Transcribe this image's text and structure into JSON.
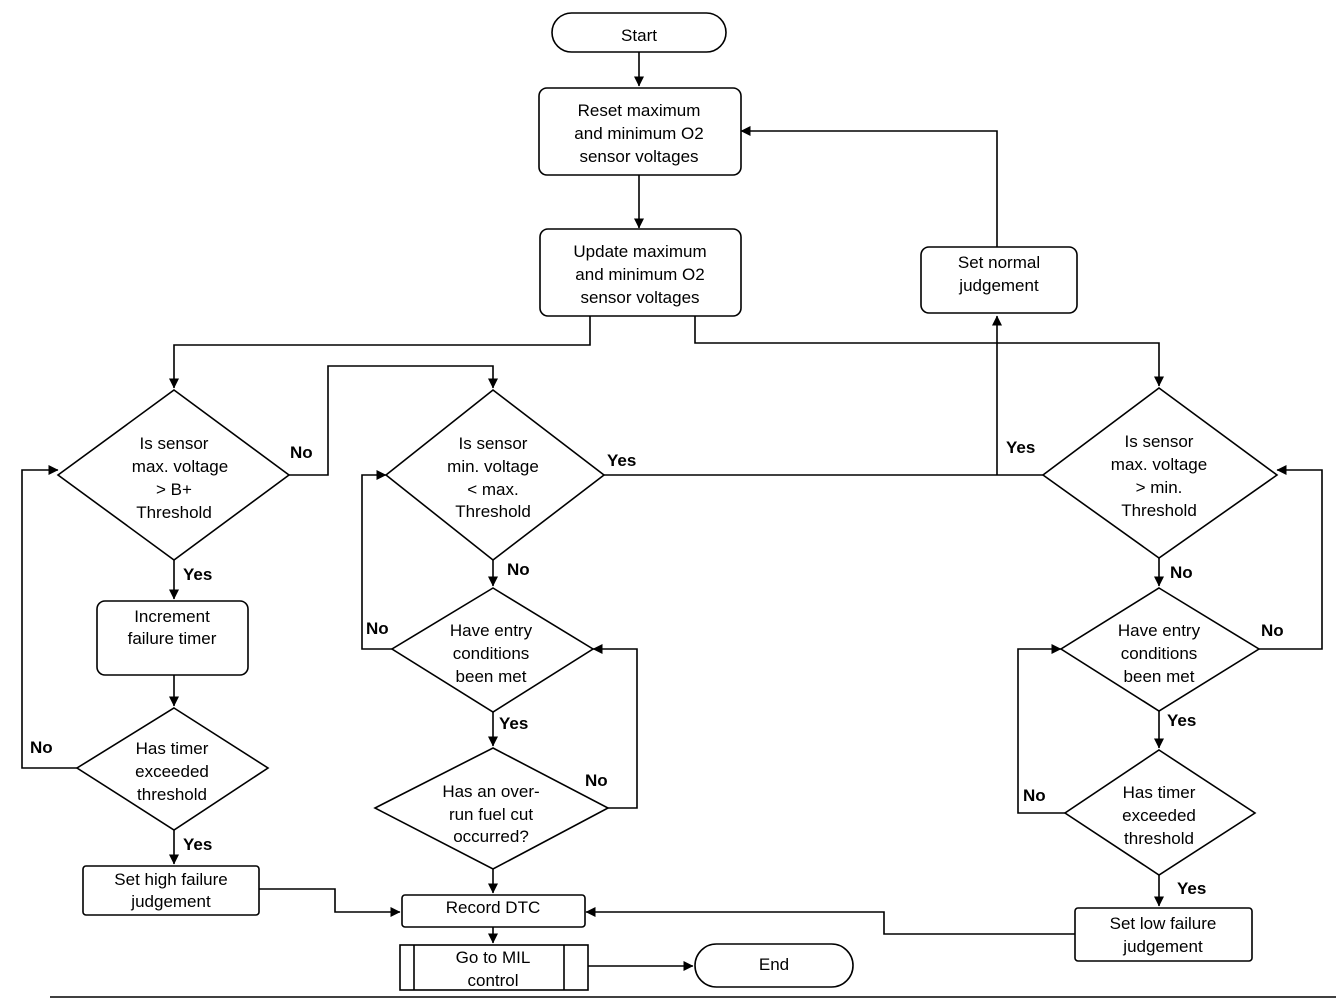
{
  "nodes": {
    "start": "Start",
    "reset": [
      "Reset maximum",
      "and minimum O2",
      "sensor voltages"
    ],
    "update": [
      "Update maximum",
      "and minimum O2",
      "sensor voltages"
    ],
    "set_normal": [
      "Set normal",
      "judgement"
    ],
    "dec_bplus": [
      "Is sensor",
      "max. voltage",
      "> B+",
      "Threshold"
    ],
    "dec_min_lt": [
      "Is sensor",
      "min. voltage",
      "< max.",
      "Threshold"
    ],
    "dec_max_gt": [
      "Is sensor",
      "max. voltage",
      "> min.",
      "Threshold"
    ],
    "increment": [
      "Increment",
      "failure timer"
    ],
    "entry_mid": [
      "Have entry",
      "conditions",
      "been met"
    ],
    "entry_right": [
      "Have entry",
      "conditions",
      "been met"
    ],
    "timer_left": [
      "Has timer",
      "exceeded",
      "threshold"
    ],
    "overrun": [
      "Has an over-",
      "run fuel cut",
      "occurred?"
    ],
    "timer_right": [
      "Has timer",
      "exceeded",
      "threshold"
    ],
    "set_high": [
      "Set high failure",
      "judgement"
    ],
    "record_dtc": "Record DTC",
    "mil": [
      "Go to MIL",
      "control"
    ],
    "end": "End",
    "set_low": [
      "Set low failure",
      "judgement"
    ]
  },
  "edge_labels": {
    "bplus_no": "No",
    "bplus_yes": "Yes",
    "min_yes": "Yes",
    "min_no": "No",
    "entry_mid_no": "No",
    "entry_mid_yes": "Yes",
    "overrun_no": "No",
    "timer_left_no": "No",
    "timer_left_yes": "Yes",
    "normal_yes": "Yes",
    "max_gt_no": "No",
    "entry_right_no": "No",
    "entry_right_yes": "Yes",
    "timer_right_no": "No",
    "timer_right_yes": "Yes"
  }
}
